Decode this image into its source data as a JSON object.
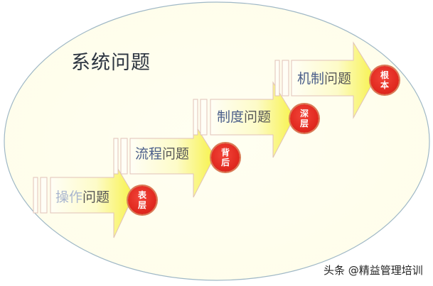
{
  "title": "系统问题",
  "colors": {
    "ellipse_fill": "#fffff0",
    "ellipse_stroke": "#9fb8c6",
    "arrow_gradient_start": "#fffef6",
    "arrow_gradient_end": "#f7f24a",
    "arrow_outline": "#e0c2b8",
    "badge_red": "#e0281e",
    "label_accent": "#4a5e8a"
  },
  "steps": [
    {
      "label_accent": "操作",
      "label_rest": "问题",
      "badge_line1": "表",
      "badge_line2": "层"
    },
    {
      "label_accent": "流程",
      "label_rest": "问题",
      "badge_line1": "背",
      "badge_line2": "后"
    },
    {
      "label_accent": "制度",
      "label_rest": "问题",
      "badge_line1": "深",
      "badge_line2": "层"
    },
    {
      "label_accent": "机制",
      "label_rest": "问题",
      "badge_line1": "根",
      "badge_line2": "本"
    }
  ],
  "watermark": "头条 @精益管理培训"
}
